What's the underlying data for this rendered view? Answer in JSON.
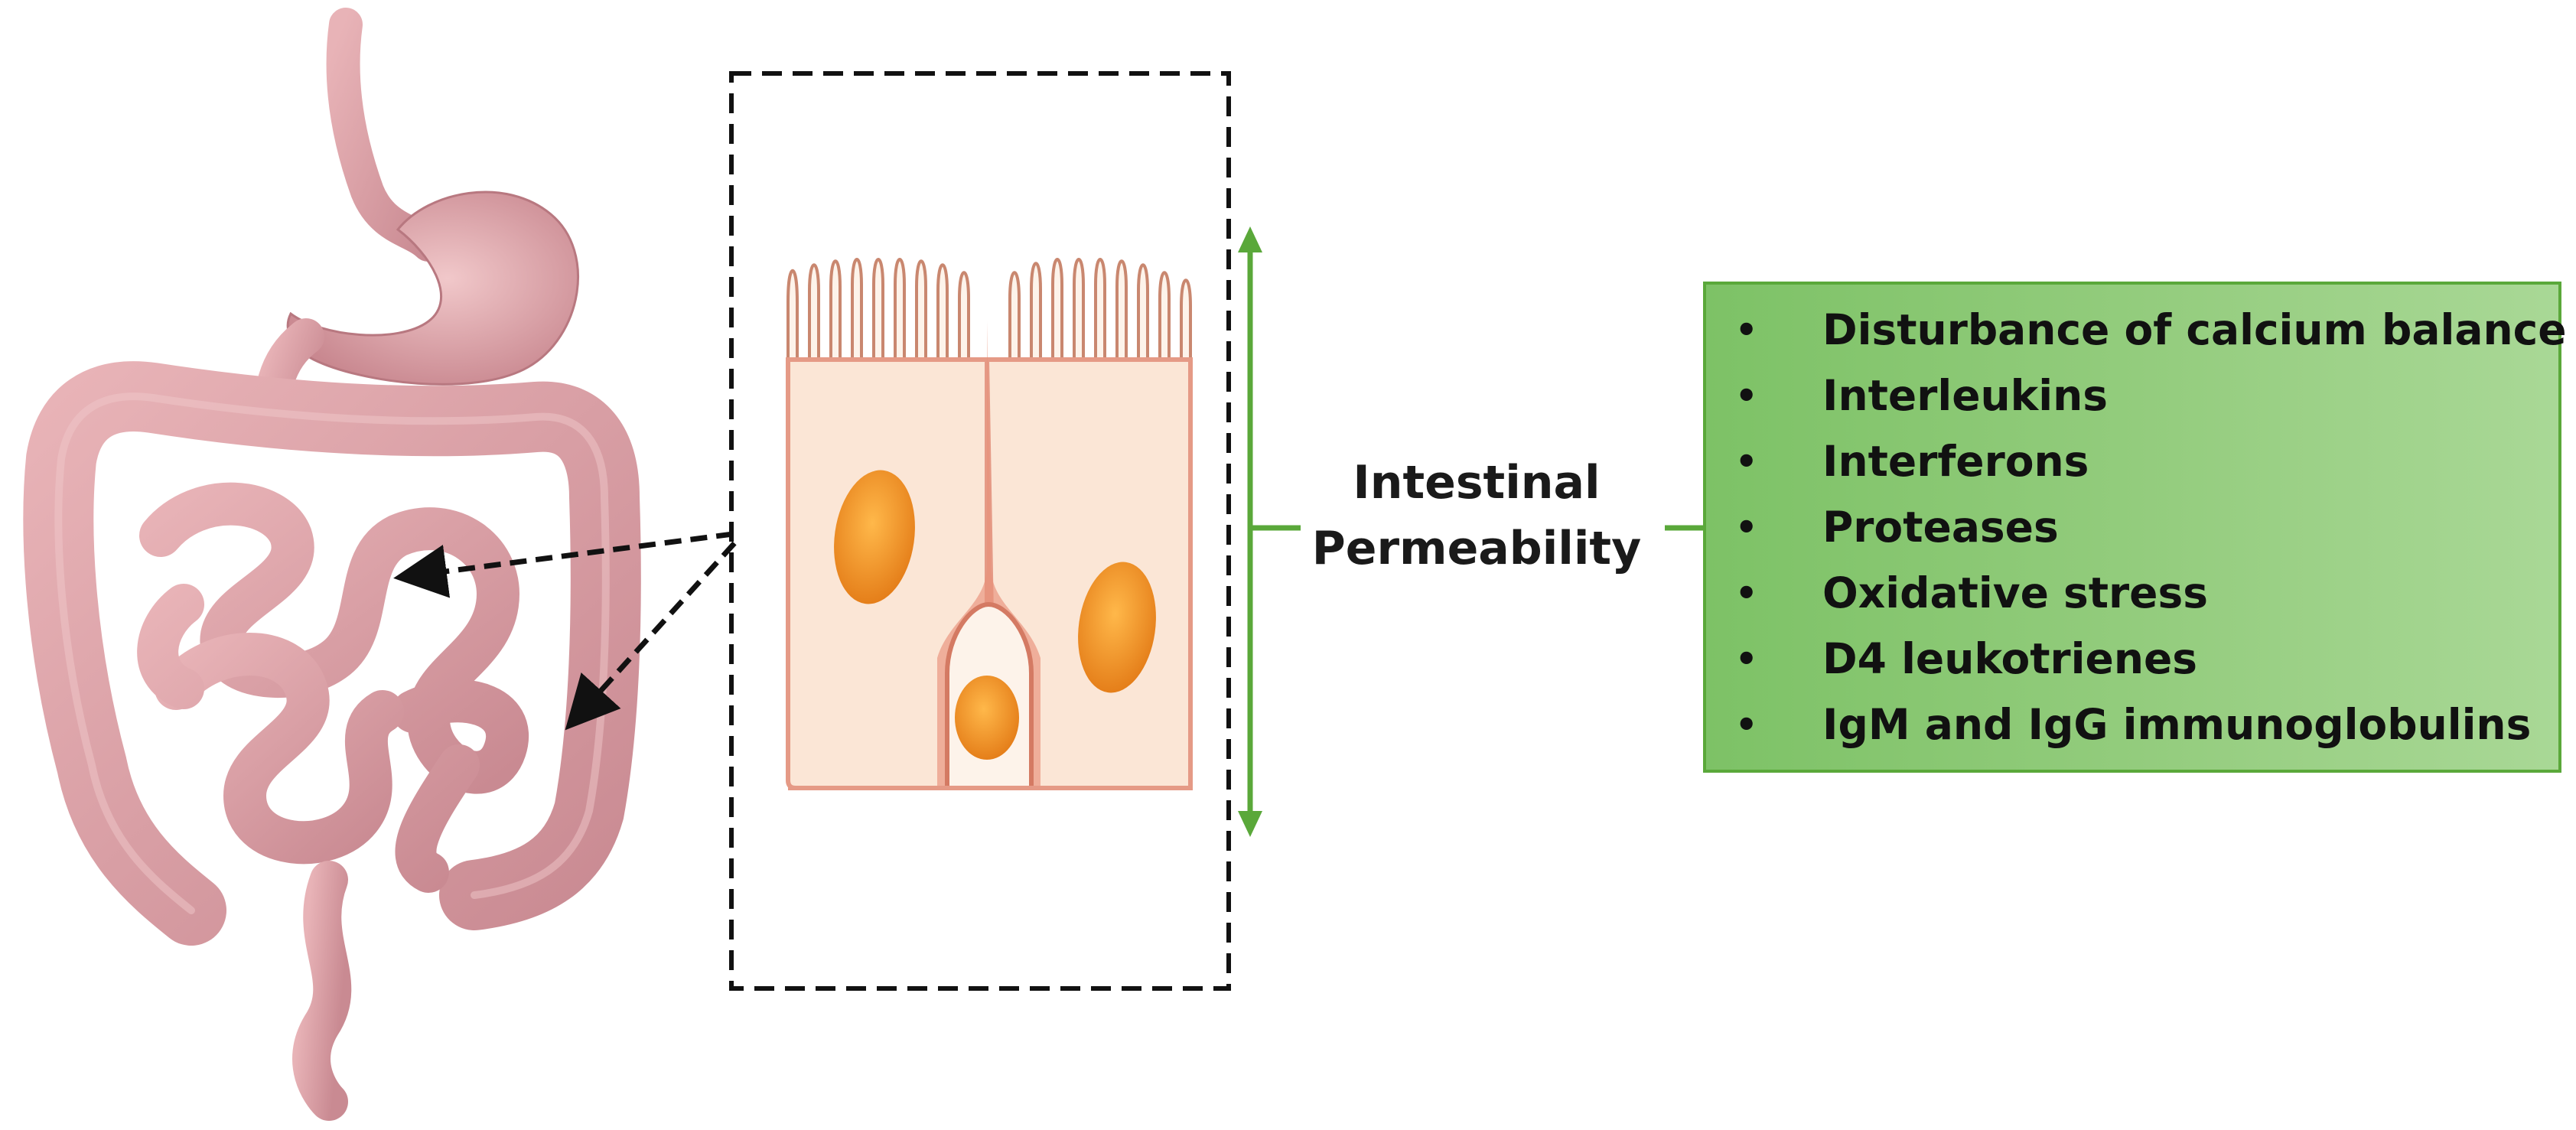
{
  "center_label": {
    "line1": "Intestinal",
    "line2": "Permeability"
  },
  "factors": [
    "Disturbance of calcium balance",
    "Interleukins",
    "Interferons",
    "Proteases",
    "Oxidative stress",
    "D4 leukotrienes",
    "IgM and IgG immunoglobulins"
  ],
  "colors": {
    "connector_green": "#5aa83a",
    "box_fill": "#95cd7f",
    "intestine_pink": "#d89aa0",
    "cytoplasm": "#fbe6d6",
    "nucleus": "#f39a2a",
    "membrane": "#e59a86"
  },
  "icons": [
    "digestive-tract-illustration",
    "epithelial-cells-illustration",
    "double-headed-arrow",
    "dashed-arrow"
  ]
}
